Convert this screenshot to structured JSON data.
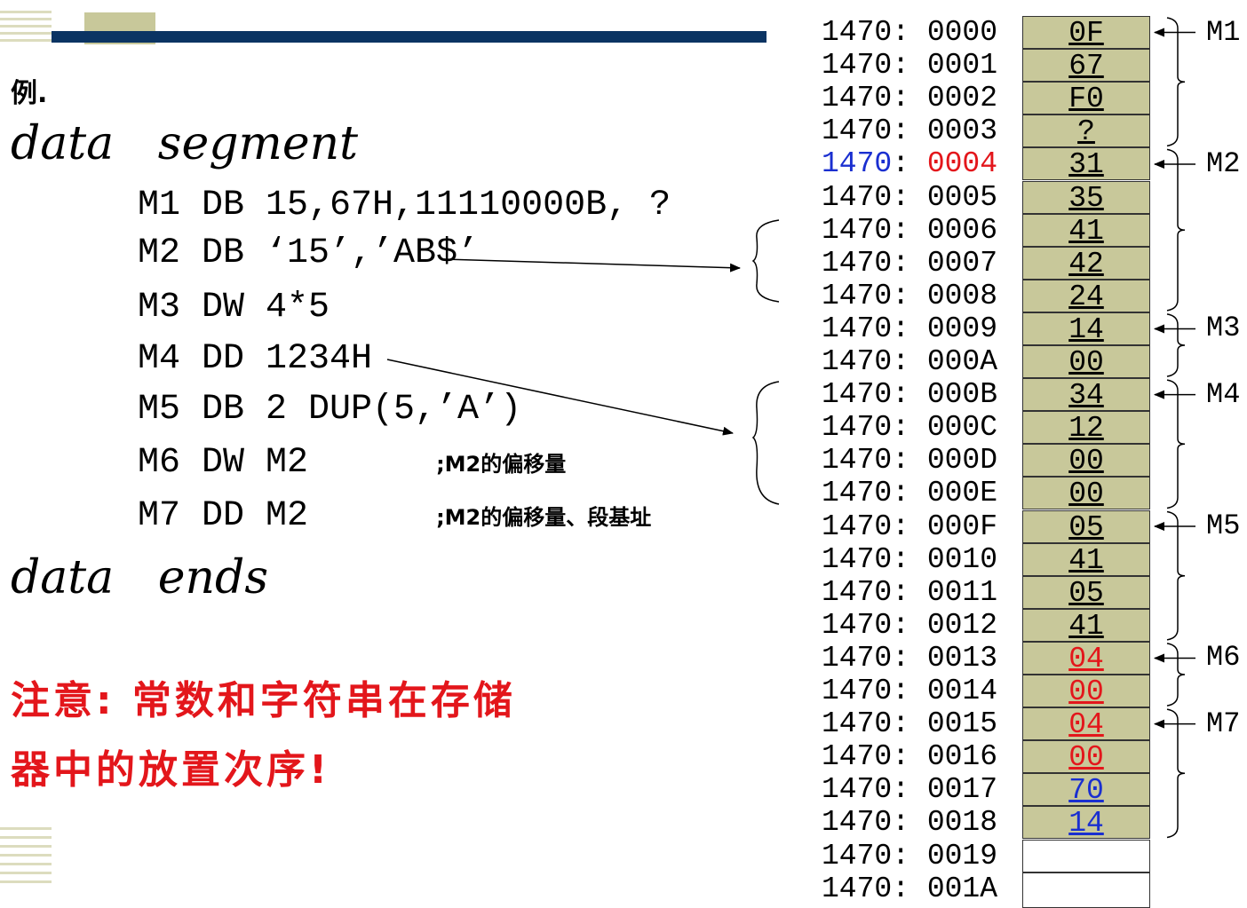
{
  "example_label": "例.",
  "segment_start": "data   segment",
  "segment_end": "data   ends",
  "code_lines": [
    {
      "text": "M1 DB 15,67H,11110000B, ?",
      "comment": ""
    },
    {
      "text": "M2 DB ‘15’,’AB$’",
      "comment": ""
    },
    {
      "text": "M3 DW 4*5",
      "comment": ""
    },
    {
      "text": "M4 DD 1234H",
      "comment": ""
    },
    {
      "text": "M5 DB 2 DUP(5,’A’)",
      "comment": ""
    },
    {
      "text": "M6 DW M2      ",
      "comment": ";M2的偏移量"
    },
    {
      "text": "M7 DD M2      ",
      "comment": ";M2的偏移量、段基址"
    }
  ],
  "note_line1": "注意: 常数和字符串在存储",
  "note_line2": "器中的放置次序!",
  "colors": {
    "red": "#e3161b",
    "blue": "#1a2fd0",
    "cell_fill": "#c8c89a",
    "bar": "#0b3463"
  },
  "memory_rows": [
    {
      "seg": "1470",
      "off": "0000",
      "val": "0F",
      "color": "black"
    },
    {
      "seg": "1470",
      "off": "0001",
      "val": "67",
      "color": "black"
    },
    {
      "seg": "1470",
      "off": "0002",
      "val": "F0",
      "color": "black"
    },
    {
      "seg": "1470",
      "off": "0003",
      "val": "?",
      "color": "black"
    },
    {
      "seg": "1470",
      "off": "0004",
      "val": "31",
      "color": "black",
      "seg_color": "blue",
      "off_color": "red"
    },
    {
      "seg": "1470",
      "off": "0005",
      "val": "35",
      "color": "black"
    },
    {
      "seg": "1470",
      "off": "0006",
      "val": "41",
      "color": "black"
    },
    {
      "seg": "1470",
      "off": "0007",
      "val": "42",
      "color": "black"
    },
    {
      "seg": "1470",
      "off": "0008",
      "val": "24",
      "color": "black"
    },
    {
      "seg": "1470",
      "off": "0009",
      "val": "14",
      "color": "black"
    },
    {
      "seg": "1470",
      "off": "000A",
      "val": "00",
      "color": "black"
    },
    {
      "seg": "1470",
      "off": "000B",
      "val": "34",
      "color": "black"
    },
    {
      "seg": "1470",
      "off": "000C",
      "val": "12",
      "color": "black"
    },
    {
      "seg": "1470",
      "off": "000D",
      "val": "00",
      "color": "black"
    },
    {
      "seg": "1470",
      "off": "000E",
      "val": "00",
      "color": "black"
    },
    {
      "seg": "1470",
      "off": "000F",
      "val": "05",
      "color": "black"
    },
    {
      "seg": "1470",
      "off": "0010",
      "val": "41",
      "color": "black"
    },
    {
      "seg": "1470",
      "off": "0011",
      "val": "05",
      "color": "black"
    },
    {
      "seg": "1470",
      "off": "0012",
      "val": "41",
      "color": "black"
    },
    {
      "seg": "1470",
      "off": "0013",
      "val": "04",
      "color": "red"
    },
    {
      "seg": "1470",
      "off": "0014",
      "val": "00",
      "color": "red"
    },
    {
      "seg": "1470",
      "off": "0015",
      "val": "04",
      "color": "red"
    },
    {
      "seg": "1470",
      "off": "0016",
      "val": "00",
      "color": "red"
    },
    {
      "seg": "1470",
      "off": "0017",
      "val": "70",
      "color": "blue"
    },
    {
      "seg": "1470",
      "off": "0018",
      "val": "14",
      "color": "blue"
    },
    {
      "seg": "1470",
      "off": "0019",
      "val": "",
      "color": "black"
    },
    {
      "seg": "1470",
      "off": "001A",
      "val": "",
      "color": "black"
    }
  ],
  "variable_labels": [
    {
      "name": "M1",
      "row": 0,
      "span": 4
    },
    {
      "name": "M2",
      "row": 4,
      "span": 5
    },
    {
      "name": "M3",
      "row": 9,
      "span": 2
    },
    {
      "name": "M4",
      "row": 11,
      "span": 4
    },
    {
      "name": "M5",
      "row": 15,
      "span": 4
    },
    {
      "name": "M6",
      "row": 19,
      "span": 2
    },
    {
      "name": "M7",
      "row": 21,
      "span": 4
    }
  ]
}
